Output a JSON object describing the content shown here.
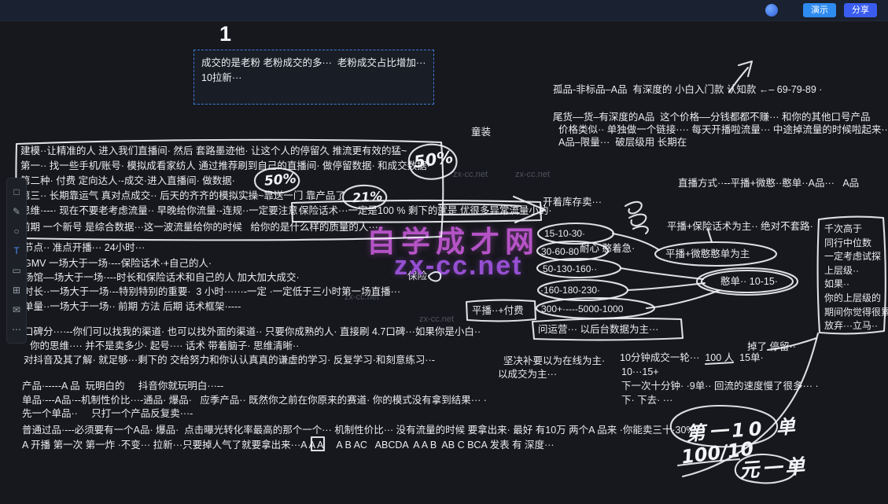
{
  "theme": {
    "accent_blue": "#2e8bf0",
    "selection_blue": "#3f7bdc",
    "watermark_purple": "#b553c6",
    "canvas_bg": "#17181d"
  },
  "topbar": {
    "buttons": [
      {
        "label": "演示"
      },
      {
        "label": "分享"
      }
    ]
  },
  "toolbar": {
    "tools": [
      {
        "name": "select-tool",
        "glyph": "□"
      },
      {
        "name": "pen-tool",
        "glyph": "✎"
      },
      {
        "name": "shape-tool",
        "glyph": "○"
      },
      {
        "name": "text-tool",
        "glyph": "T"
      },
      {
        "name": "sticky-note-tool",
        "glyph": "▭"
      },
      {
        "name": "table-tool",
        "glyph": "⊞"
      },
      {
        "name": "comment-tool",
        "glyph": "✉"
      },
      {
        "name": "more-tool",
        "glyph": "⋯"
      }
    ]
  },
  "canvas": {
    "page_number": "1",
    "sticky": {
      "line1": "成交的是老粉 老粉成交的多···  老粉成交占比增加···",
      "line2": "10拉新···"
    },
    "watermark": {
      "title": "自学成才网",
      "site": "zx-cc.net",
      "faint": "zx-cc.net"
    },
    "handwriting": {
      "pct_big": "50%",
      "pct_mid": "50%",
      "pct_small": "21%",
      "deal_line1": "第一10 单",
      "deal_line2": "100/10",
      "deal_line3": "元一单"
    },
    "notes": {
      "childwear": "童装",
      "r1": "孤品-非标品–A品  有深度的 小白入门款 认知款 ←– 69-79-89 ·",
      "r2": "尾货––货–有深度的A品  这个价格––分钱都都不赚··· 和你的其他口号产品",
      "r3": "价格类似·· 单独做一个链接···· 每天开播啦流量··· 中途掉流量的时候啦起来··",
      "r4": "A品–限量···  破层级用 长期在",
      "m1": "建模··让精准的人 进入我们直播间· 然后 套路墨迹他· 让这个人的停留久 推流更有效的猛~",
      "m2": "第一·· 找一些手机/账号· 模拟成看家纺人 通过推荐刷到自己的直播间· 做停留数据· 和成交数据·",
      "m3": "第二种· 付费 定向达人·-成交·进入直播间· 做数据·",
      "m4": "第三·· 长期靠运气 真对点成交·· 后天的齐齐的模拟实操~靠送一门 靠产品了",
      "m5": "思维·---· 现在不要老考虑流量·· 早晚给你流量·-连规··一定要注意·",
      "m6": "前期 一个新号 是综合数据···这一波流量给你的时候   给你的是什么样的质量的人···",
      "insurance": "保险话术···一定是100 % 剩下的就是 优很多异常流量小的·",
      "broadcast": "直播方式··--平播+微憨··憨单··A品···   A品",
      "inventory": "开着库存卖···",
      "pingbo": "平播+保险话术为主·· 绝对不套路·",
      "rightbox": "千次高于\n同行中位数\n一定考虑试探\n上层级··\n如果··\n你的上层级的\n期间你觉得很累\n放弃···立马··",
      "t1": "节点·· 准点开播··· 24小时···",
      "t2": "GMV 一场大于一场·---保险话术·+自己的人·",
      "t3": "场馆––场大于一场·---时长和保险话术和自己的人 加大加大成交·",
      "t4": "时长··一场大于一场·--特别特别的重要·  3 小时······-一定 ·一定低于三小时第一场直播···",
      "t5": "单量··一场大于一场·· 前期 方法 后期 话术框架·----",
      "patience": "耐心 憨着急·",
      "baoxian": "保险",
      "num1": "15-10-30·",
      "num2": "30-60-80",
      "num3": "50-130-160··",
      "num4": "·160-180-230·",
      "num5": "300+·----5000-1000",
      "bubble1": "平播+微憨憨单为主",
      "bubble2": "憨单·· 10-15·",
      "paidbox": "平播··+付费",
      "opsbox": "问运营··· 以后台数据为主···",
      "k1": "口碑分····--你们可以找我的渠道· 也可以找外面的渠道·· 只要你成熟的人· 直接刷 4.7口碑···如果你是小白··",
      "k2": "你的思维···· 并不是卖多少· 起号···· 话术 带着脑子· 思维清晰··",
      "k3": "对抖音及其了解· 就足够···剩下的 交给努力和你认认真真的谦虚的学习· 反复学习·和刻意练习··-",
      "decide1": "坚决补要以为在线为主·",
      "decide2": "以成交为主···",
      "ten1": "10分钟成交一轮···  100 人  15单·",
      "ten2": "10···15+",
      "ten3": "下一次十分钟· ·9单·· 回流的速度慢了很多··· ·",
      "ten4": "下· 下去· ···",
      "drop": "掉了 停留··",
      "prod1": "产品·-----A 品  玩明白的     抖音你就玩明白···--",
      "prod2": "单品·---A品·--机制性价比···-通品· 爆品·   应季产品·· 既然你之前在你原来的赛道· 你的模式没有拿到结果··· ·",
      "prod3": "先一个单品··     只打一个产品反复卖···-",
      "bot1": "普通过品·---必须要有一个A品· 爆品·  点击曝光转化率最高的那个一个··· 机制性价比··· 没有流量的时候 要拿出来· 最好 有10万 两个A 品来 ·你能卖三十·30%·",
      "bot2": "A 开播 第一次 第一炸 ·不变··· 拉新···只要掉人气了就要拿出来···A A A     A B AC   ABCDA  A A B  AB C BCA 发表 有 深度···"
    }
  }
}
